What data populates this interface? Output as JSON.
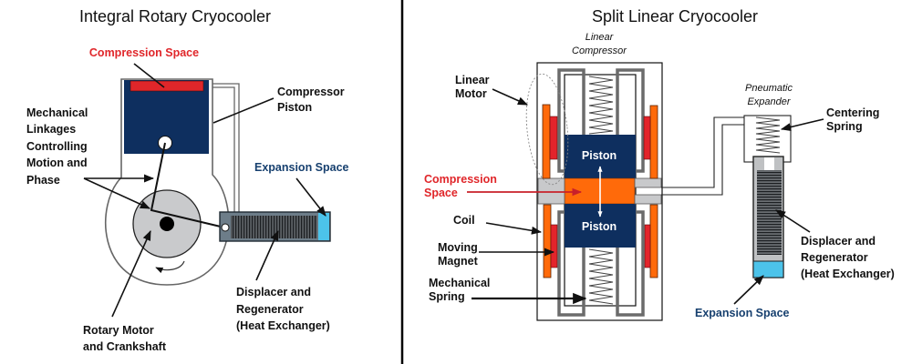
{
  "colors": {
    "compression_red": "#e0262a",
    "piston_navy": "#0e2f5f",
    "expansion_blue": "#4cc3ea",
    "coil_orange": "#ff6a0a",
    "magnet_red": "#e3242b",
    "label_navy": "#17406f",
    "crank_gray": "#c9cacc",
    "displacer_slate": "#6d7d89"
  },
  "left": {
    "title": "Integral Rotary Cryocooler",
    "compression_space": "Compression Space",
    "compressor_piston": [
      "Compressor",
      "Piston"
    ],
    "mechanical_linkages": [
      "Mechanical",
      "Linkages",
      "Controlling",
      "Motion and",
      "Phase"
    ],
    "expansion_space": "Expansion Space",
    "rotary_motor": [
      "Rotary Motor",
      "and Crankshaft"
    ],
    "displacer": [
      "Displacer and",
      "Regenerator",
      "(Heat Exchanger)"
    ]
  },
  "right": {
    "title": "Split Linear Cryocooler",
    "linear_compressor": [
      "Linear",
      "Compressor"
    ],
    "linear_motor": [
      "Linear",
      "Motor"
    ],
    "compression_space": [
      "Compression",
      "Space"
    ],
    "coil": "Coil",
    "moving_magnet": [
      "Moving",
      "Magnet"
    ],
    "mechanical_spring": [
      "Mechanical",
      "Spring"
    ],
    "piston_upper": "Piston",
    "piston_lower": "Piston",
    "pneumatic_expander": [
      "Pneumatic",
      "Expander"
    ],
    "centering_spring": [
      "Centering",
      "Spring"
    ],
    "displacer": [
      "Displacer and",
      "Regenerator",
      "(Heat Exchanger)"
    ],
    "expansion_space": "Expansion Space"
  }
}
